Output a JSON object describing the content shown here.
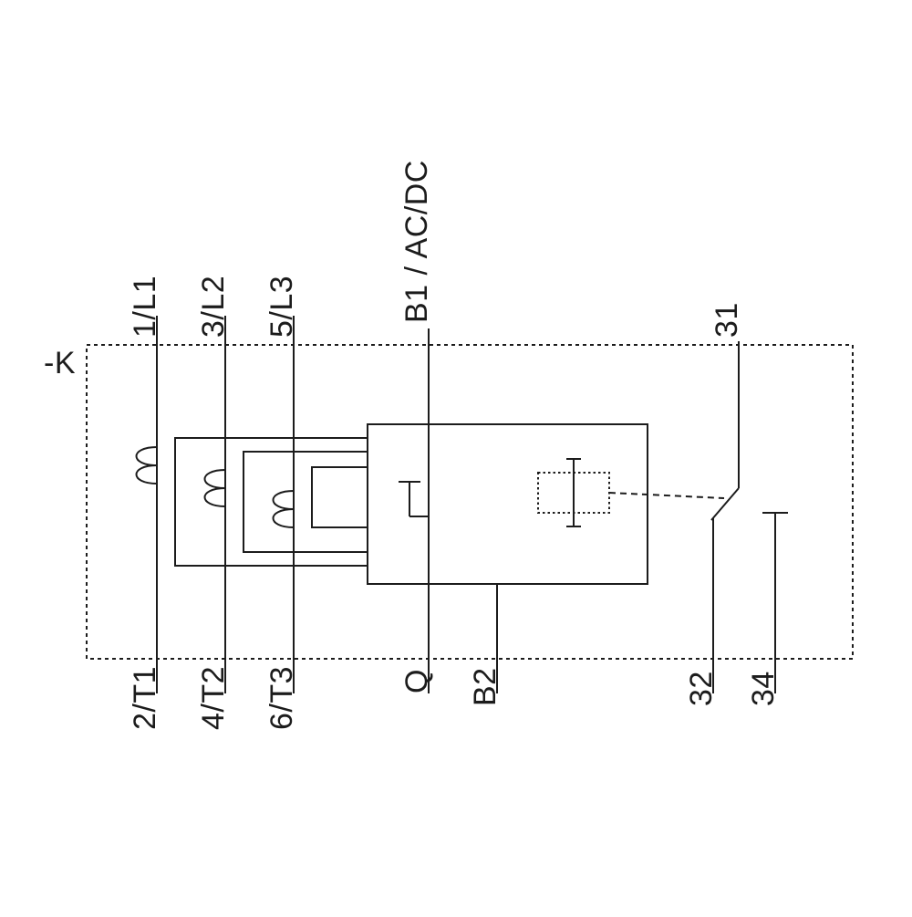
{
  "page": {
    "background_color": "#ffffff",
    "line_color": "#1c1c1c"
  },
  "diagram": {
    "device_label": "-K",
    "labels": {
      "l1_top": "1/L1",
      "l2_top": "3/L2",
      "l3_top": "5/L3",
      "t1_bottom": "2/T1",
      "t2_bottom": "4/T2",
      "t3_bottom": "6/T3",
      "b1_top": "B1 / AC/DC",
      "q_bottom": "Q",
      "b2_bottom": "B2",
      "aux_31_top": "31",
      "aux_32_bottom": "32",
      "aux_34_bottom": "34"
    }
  }
}
